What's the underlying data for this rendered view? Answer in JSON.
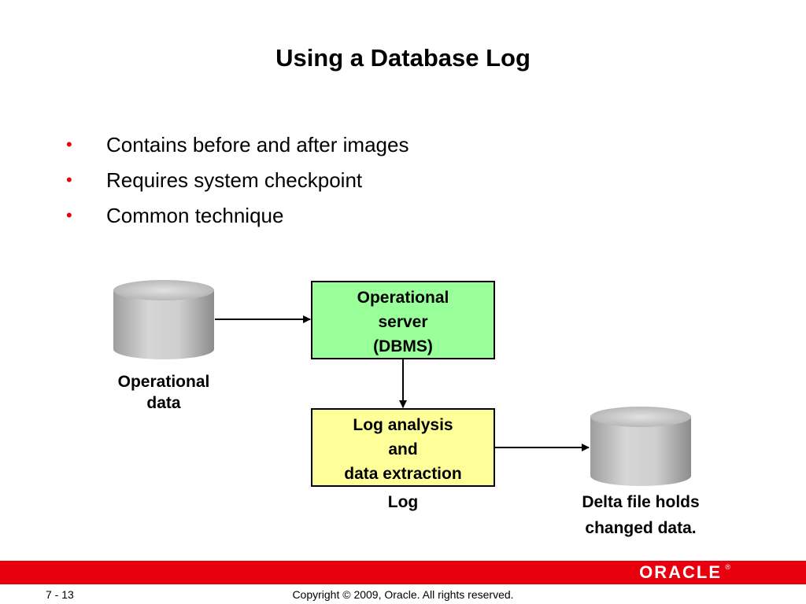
{
  "slide": {
    "title": "Using a Database Log",
    "bullets": [
      "Contains before and after images",
      "Requires system checkpoint",
      "Common technique"
    ]
  },
  "diagram": {
    "source_db_label_line1": "Operational",
    "source_db_label_line2": "data",
    "server_box": {
      "line1": "Operational",
      "line2": "server",
      "line3": "(DBMS)",
      "fill": "#99ff99"
    },
    "log_box": {
      "line1": "Log analysis",
      "line2": "and",
      "line3": "data extraction",
      "fill": "#ffff99"
    },
    "log_label": "Log",
    "delta_label_line1": "Delta file holds",
    "delta_label_line2": "changed data."
  },
  "footer": {
    "logo_text": "ORACLE",
    "page_number": "7 - 13",
    "copyright": "Copyright © 2009, Oracle. All rights reserved.",
    "bar_color": "#e8000f"
  }
}
